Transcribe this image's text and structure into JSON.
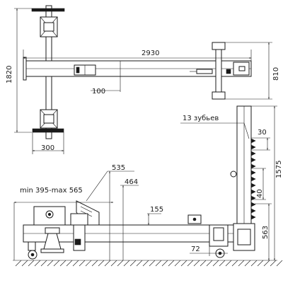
{
  "plan_view": {
    "dim_height": "1820",
    "dim_length": "2930",
    "dim_right": "810",
    "dim_beam_offset": "100",
    "dim_base_width": "300"
  },
  "side_view": {
    "teeth_label": "13  зубьев",
    "dim_tooth_pitch": "30",
    "dim_column_height": "1575",
    "dim_tooth_start": "40",
    "dim_column_base": "563",
    "dim_arm_height": "535",
    "dim_arm_mid": "464",
    "dim_reach": "min 395-max  565",
    "dim_bed_height": "155",
    "dim_wheel_offset": "72"
  }
}
